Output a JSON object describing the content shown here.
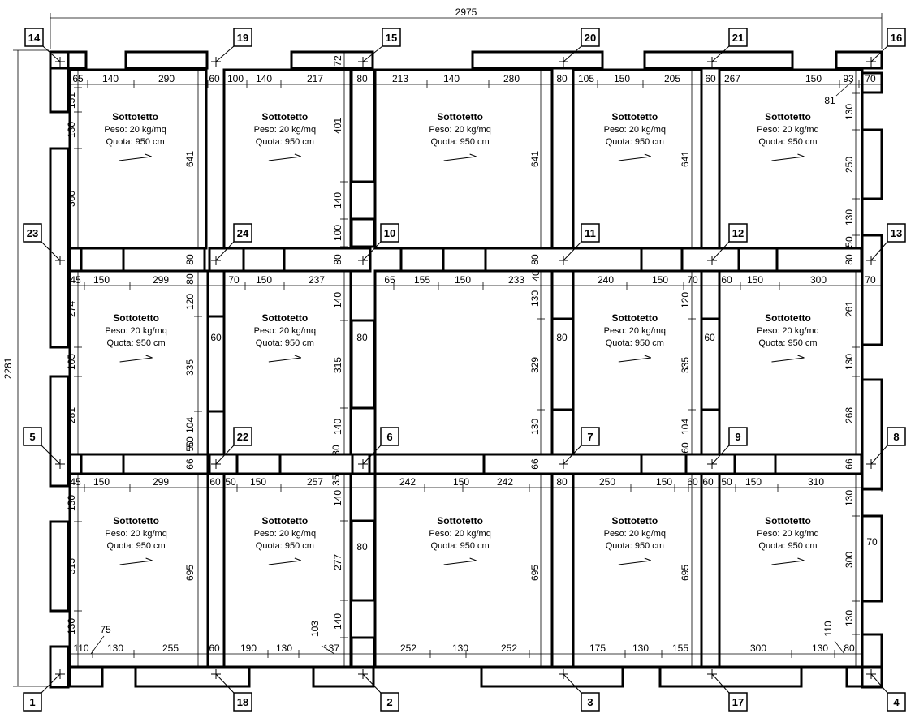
{
  "overall": {
    "width": "2975",
    "height": "2281"
  },
  "room": {
    "title": "Sottotetto",
    "peso": "Peso: 20 kg/mq",
    "quota": "Quota: 950 cm"
  },
  "nodes": [
    {
      "label": "14"
    },
    {
      "label": "19"
    },
    {
      "label": "15"
    },
    {
      "label": "20"
    },
    {
      "label": "21"
    },
    {
      "label": "16"
    },
    {
      "label": "23"
    },
    {
      "label": "24"
    },
    {
      "label": "10"
    },
    {
      "label": "11"
    },
    {
      "label": "12"
    },
    {
      "label": "13"
    },
    {
      "label": "5"
    },
    {
      "label": "22"
    },
    {
      "label": "6"
    },
    {
      "label": "7"
    },
    {
      "label": "9"
    },
    {
      "label": "8"
    },
    {
      "label": "1"
    },
    {
      "label": "18"
    },
    {
      "label": "2"
    },
    {
      "label": "3"
    },
    {
      "label": "17"
    },
    {
      "label": "4"
    }
  ],
  "dims_h": [
    {
      "t": "65"
    },
    {
      "t": "140"
    },
    {
      "t": "290"
    },
    {
      "t": "60"
    },
    {
      "t": "100"
    },
    {
      "t": "140"
    },
    {
      "t": "217"
    },
    {
      "t": "80"
    },
    {
      "t": "213"
    },
    {
      "t": "140"
    },
    {
      "t": "280"
    },
    {
      "t": "80"
    },
    {
      "t": "105"
    },
    {
      "t": "150"
    },
    {
      "t": "205"
    },
    {
      "t": "60"
    },
    {
      "t": "267"
    },
    {
      "t": "150"
    },
    {
      "t": "93"
    },
    {
      "t": "70"
    },
    {
      "t": "45"
    },
    {
      "t": "150"
    },
    {
      "t": "299"
    },
    {
      "t": "70"
    },
    {
      "t": "150"
    },
    {
      "t": "237"
    },
    {
      "t": "65"
    },
    {
      "t": "155"
    },
    {
      "t": "150"
    },
    {
      "t": "233"
    },
    {
      "t": "240"
    },
    {
      "t": "150"
    },
    {
      "t": "70"
    },
    {
      "t": "60"
    },
    {
      "t": "150"
    },
    {
      "t": "300"
    },
    {
      "t": "70"
    },
    {
      "t": "45"
    },
    {
      "t": "150"
    },
    {
      "t": "299"
    },
    {
      "t": "60"
    },
    {
      "t": "50"
    },
    {
      "t": "150"
    },
    {
      "t": "257"
    },
    {
      "t": "242"
    },
    {
      "t": "150"
    },
    {
      "t": "242"
    },
    {
      "t": "80"
    },
    {
      "t": "250"
    },
    {
      "t": "150"
    },
    {
      "t": "60"
    },
    {
      "t": "60"
    },
    {
      "t": "50"
    },
    {
      "t": "150"
    },
    {
      "t": "310"
    },
    {
      "t": "110"
    },
    {
      "t": "130"
    },
    {
      "t": "255"
    },
    {
      "t": "60"
    },
    {
      "t": "190"
    },
    {
      "t": "130"
    },
    {
      "t": "137"
    },
    {
      "t": "252"
    },
    {
      "t": "130"
    },
    {
      "t": "252"
    },
    {
      "t": "175"
    },
    {
      "t": "130"
    },
    {
      "t": "155"
    },
    {
      "t": "300"
    },
    {
      "t": "130"
    },
    {
      "t": "80"
    },
    {
      "t": "60"
    },
    {
      "t": "80"
    },
    {
      "t": "80"
    },
    {
      "t": "60"
    },
    {
      "t": "80"
    },
    {
      "t": "70"
    }
  ],
  "dims_v": [
    {
      "t": "151"
    },
    {
      "t": "130"
    },
    {
      "t": "360"
    },
    {
      "t": "641"
    },
    {
      "t": "72"
    },
    {
      "t": "401"
    },
    {
      "t": "140"
    },
    {
      "t": "100"
    },
    {
      "t": "641"
    },
    {
      "t": "641"
    },
    {
      "t": "130"
    },
    {
      "t": "250"
    },
    {
      "t": "130"
    },
    {
      "t": "50"
    },
    {
      "t": "80"
    },
    {
      "t": "80"
    },
    {
      "t": "80"
    },
    {
      "t": "80"
    },
    {
      "t": "80"
    },
    {
      "t": "50"
    },
    {
      "t": "274"
    },
    {
      "t": "105"
    },
    {
      "t": "281"
    },
    {
      "t": "120"
    },
    {
      "t": "335"
    },
    {
      "t": "104"
    },
    {
      "t": "50"
    },
    {
      "t": "140"
    },
    {
      "t": "315"
    },
    {
      "t": "140"
    },
    {
      "t": "130"
    },
    {
      "t": "329"
    },
    {
      "t": "130"
    },
    {
      "t": "120"
    },
    {
      "t": "335"
    },
    {
      "t": "104"
    },
    {
      "t": "261"
    },
    {
      "t": "130"
    },
    {
      "t": "268"
    },
    {
      "t": "66"
    },
    {
      "t": "66"
    },
    {
      "t": "66"
    },
    {
      "t": "130"
    },
    {
      "t": "315"
    },
    {
      "t": "130"
    },
    {
      "t": "695"
    },
    {
      "t": "140"
    },
    {
      "t": "277"
    },
    {
      "t": "140"
    },
    {
      "t": "695"
    },
    {
      "t": "695"
    },
    {
      "t": "130"
    },
    {
      "t": "300"
    },
    {
      "t": "130"
    }
  ],
  "dims_misc": [
    {
      "t": "81"
    },
    {
      "t": "75"
    },
    {
      "t": "103"
    },
    {
      "t": "110"
    },
    {
      "t": "40"
    },
    {
      "t": "30"
    },
    {
      "t": "35"
    },
    {
      "t": "60"
    }
  ]
}
